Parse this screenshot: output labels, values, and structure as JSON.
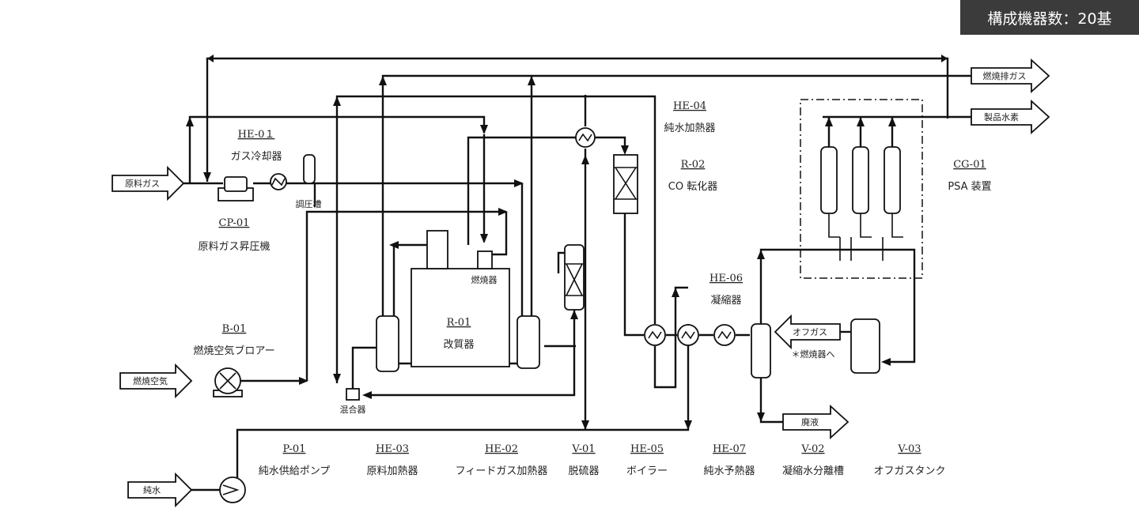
{
  "badge": "構成機器数：20基",
  "streams": {
    "feed_gas": "原料ガス",
    "combustion_air": "燃焼空気",
    "pure_water": "純水",
    "flue_gas": "燃焼排ガス",
    "product_h2": "製品水素",
    "offgas": "オフガス",
    "offgas_note": "＊燃焼器へ",
    "waste_liquid": "廃液"
  },
  "labels": {
    "pressure_tank": "調圧槽",
    "burner": "燃焼器",
    "mixer": "混合器"
  },
  "equipment": {
    "he01": {
      "tag": "HE-0１",
      "name": "ガス冷却器"
    },
    "cp01": {
      "tag": "CP-01",
      "name": "原料ガス昇圧機"
    },
    "b01": {
      "tag": "B-01",
      "name": "燃焼空気ブロアー"
    },
    "he04": {
      "tag": "HE-04",
      "name": "純水加熱器"
    },
    "r02": {
      "tag": "R-02",
      "name": "CO 転化器"
    },
    "r01": {
      "tag": "R-01",
      "name": "改質器"
    },
    "cg01": {
      "tag": "CG-01",
      "name": "PSA 装置"
    },
    "he06": {
      "tag": "HE-06",
      "name": "凝縮器"
    },
    "p01": {
      "tag": "P-01",
      "name": "純水供給ポンプ"
    },
    "he03": {
      "tag": "HE-03",
      "name": "原料加熱器"
    },
    "he02": {
      "tag": "HE-02",
      "name": "フィードガス加熱器"
    },
    "v01": {
      "tag": "V-01",
      "name": "脱硫器"
    },
    "he05": {
      "tag": "HE-05",
      "name": "ボイラー"
    },
    "he07": {
      "tag": "HE-07",
      "name": "純水予熱器"
    },
    "v02": {
      "tag": "V-02",
      "name": "凝縮水分離槽"
    },
    "v03": {
      "tag": "V-03",
      "name": "オフガスタンク"
    }
  }
}
